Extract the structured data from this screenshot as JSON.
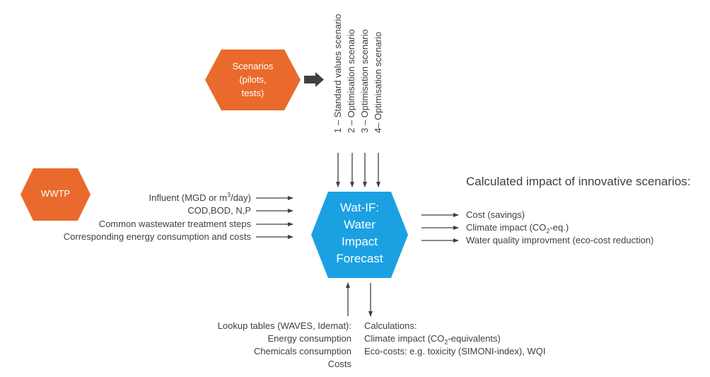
{
  "colors": {
    "orange": "#E96A2C",
    "blue": "#1BA1E2",
    "arrow": "#404040",
    "text": "#404040"
  },
  "scenarios_node": {
    "label_lines": [
      "Scenarios",
      "(pilots,",
      "tests)"
    ]
  },
  "scenario_list": [
    "1 – Standard values scenario",
    "2 – Optimisation scenario",
    "3 – Optimisation scenario",
    "4– Optimisation scenario"
  ],
  "wwtp_node": {
    "label": "WWTP"
  },
  "inputs": [
    {
      "pre": "Influent (MGD or m",
      "sup": "3",
      "post": "/day)"
    },
    {
      "pre": "COD,BOD, N,P",
      "sup": "",
      "post": ""
    },
    {
      "pre": "Common wastewater treatment steps",
      "sup": "",
      "post": ""
    },
    {
      "pre": "Corresponding energy consumption and costs",
      "sup": "",
      "post": ""
    }
  ],
  "central_node": {
    "label_lines": [
      "Wat-IF:",
      "Water",
      "Impact",
      "Forecast"
    ]
  },
  "outputs_heading": "Calculated impact of innovative scenarios:",
  "outputs": [
    {
      "pre": "Cost (savings)",
      "sub": "",
      "post": ""
    },
    {
      "pre": "Climate impact (CO",
      "sub": "2",
      "post": "-eq.)"
    },
    {
      "pre": "Water quality improvment (eco-cost reduction)",
      "sub": "",
      "post": ""
    }
  ],
  "lookup": {
    "lines": [
      "Lookup tables (WAVES, Idemat):",
      "Energy consumption",
      "Chemicals consumption",
      "Costs"
    ]
  },
  "calculations": {
    "lines": [
      {
        "pre": "Calculations:",
        "sub": "",
        "post": ""
      },
      {
        "pre": "Climate impact (CO",
        "sub": "2",
        "post": "-equivalents)"
      },
      {
        "pre": "Eco-costs: e.g. toxicity (SIMONI-index), WQI",
        "sub": "",
        "post": ""
      }
    ]
  }
}
